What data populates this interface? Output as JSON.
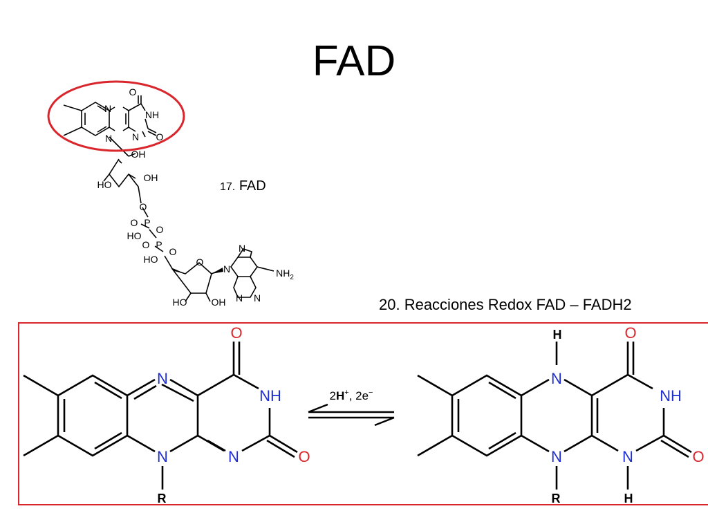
{
  "slide": {
    "title": "FAD",
    "caption_fad_number": "17.",
    "caption_fad_text": "FAD",
    "caption_redox": "20. Reacciones Redox FAD – FADH2"
  },
  "structure_fad": {
    "atoms": {
      "n": "N",
      "o": "O",
      "nh": "NH",
      "oh": "OH",
      "ho": "HO",
      "p": "P",
      "nh2": "NH",
      "nh2_sub": "2"
    }
  },
  "redox": {
    "left_atoms": {
      "n": "N",
      "o": "O",
      "nh": "NH",
      "r": "R"
    },
    "right_atoms": {
      "n": "N",
      "o": "O",
      "nh": "NH",
      "h": "H",
      "r": "R"
    },
    "arrow_label_prefix": "2",
    "arrow_label_h": "H",
    "arrow_label_plus": "+",
    "arrow_label_sep": ", 2e",
    "arrow_label_minus": "−"
  },
  "colors": {
    "highlight_circle": "#d9262c",
    "box_border": "#d9262c",
    "oxygen": "#d9262c",
    "nitrogen": "#1f2fd0",
    "bond": "#000000"
  }
}
